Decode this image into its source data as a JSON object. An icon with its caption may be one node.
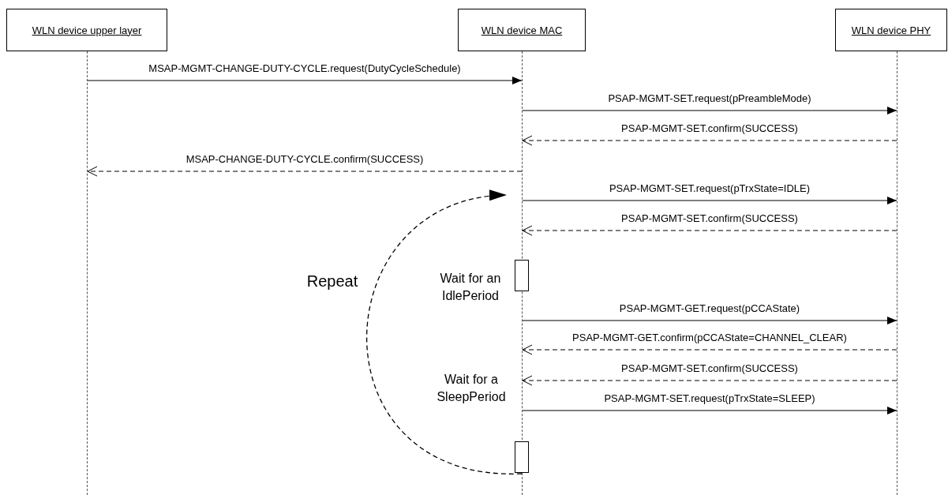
{
  "diagram": {
    "nodes": [
      {
        "text": [
          "WLN device upper layer"
        ]
      },
      {
        "text": [
          "WLN device MAC"
        ]
      },
      {
        "text": [
          "WLN device PHY"
        ]
      },
      {
        "text": [],
        "shape": "line"
      },
      {
        "text": [],
        "shape": "line"
      },
      {
        "text": [],
        "shape": "line"
      },
      {
        "text": [],
        "shape": "box",
        "beside": [
          "Wait for an IdlePeriod"
        ]
      },
      {
        "text": [],
        "shape": "box"
      }
    ],
    "edges": [
      {
        "from": 3,
        "to": 4,
        "arrow": "to",
        "label": "MSAP-MGMT-CHANGE-DUTY-CYCLE.request(DutyCycleSchedule)"
      },
      {
        "from": 4,
        "to": 5,
        "arrow": "to",
        "label": "PSAP-MGMT-SET.request(pPreambleMode)"
      },
      {
        "from": 5,
        "to": 4,
        "arrow": "to",
        "style": "dashed",
        "label": "PSAP-MGMT-SET.confirm(SUCCESS)"
      },
      {
        "from": 4,
        "to": 3,
        "arrow": "to",
        "style": "dashed",
        "label": "MSAP-CHANGE-DUTY-CYCLE.confirm(SUCCESS)"
      },
      {
        "from": 4,
        "to": 5,
        "arrow": "to",
        "label": "PSAP-MGMT-SET.request(pTrxState=IDLE)"
      },
      {
        "from": 5,
        "to": 4,
        "arrow": "to",
        "style": "dashed",
        "label": "PSAP-MGMT-SET.confirm(SUCCESS)"
      },
      {
        "from": 4,
        "to": 5,
        "arrow": "to",
        "label": "PSAP-MGMT-GET.request(pCCAState)"
      },
      {
        "from": 5,
        "to": 4,
        "arrow": "to",
        "style": "dashed",
        "label": "PSAP-MGMT-GET.confirm(pCCAState=CHANNEL_CLEAR)"
      },
      {
        "from": 5,
        "to": 4,
        "arrow": "to",
        "style": "dashed",
        "label": "PSAP-MGMT-SET.confirm(SUCCESS)"
      },
      {
        "from": 4,
        "to": 5,
        "arrow": "to",
        "label": "PSAP-MGMT-SET.request(pTrxState=SLEEP)"
      },
      {
        "from": 7,
        "to": 4,
        "arrow": "to",
        "style": "dashed",
        "label": "Repeat"
      }
    ],
    "labels": [
      "Wait for a SleepPeriod"
    ]
  }
}
